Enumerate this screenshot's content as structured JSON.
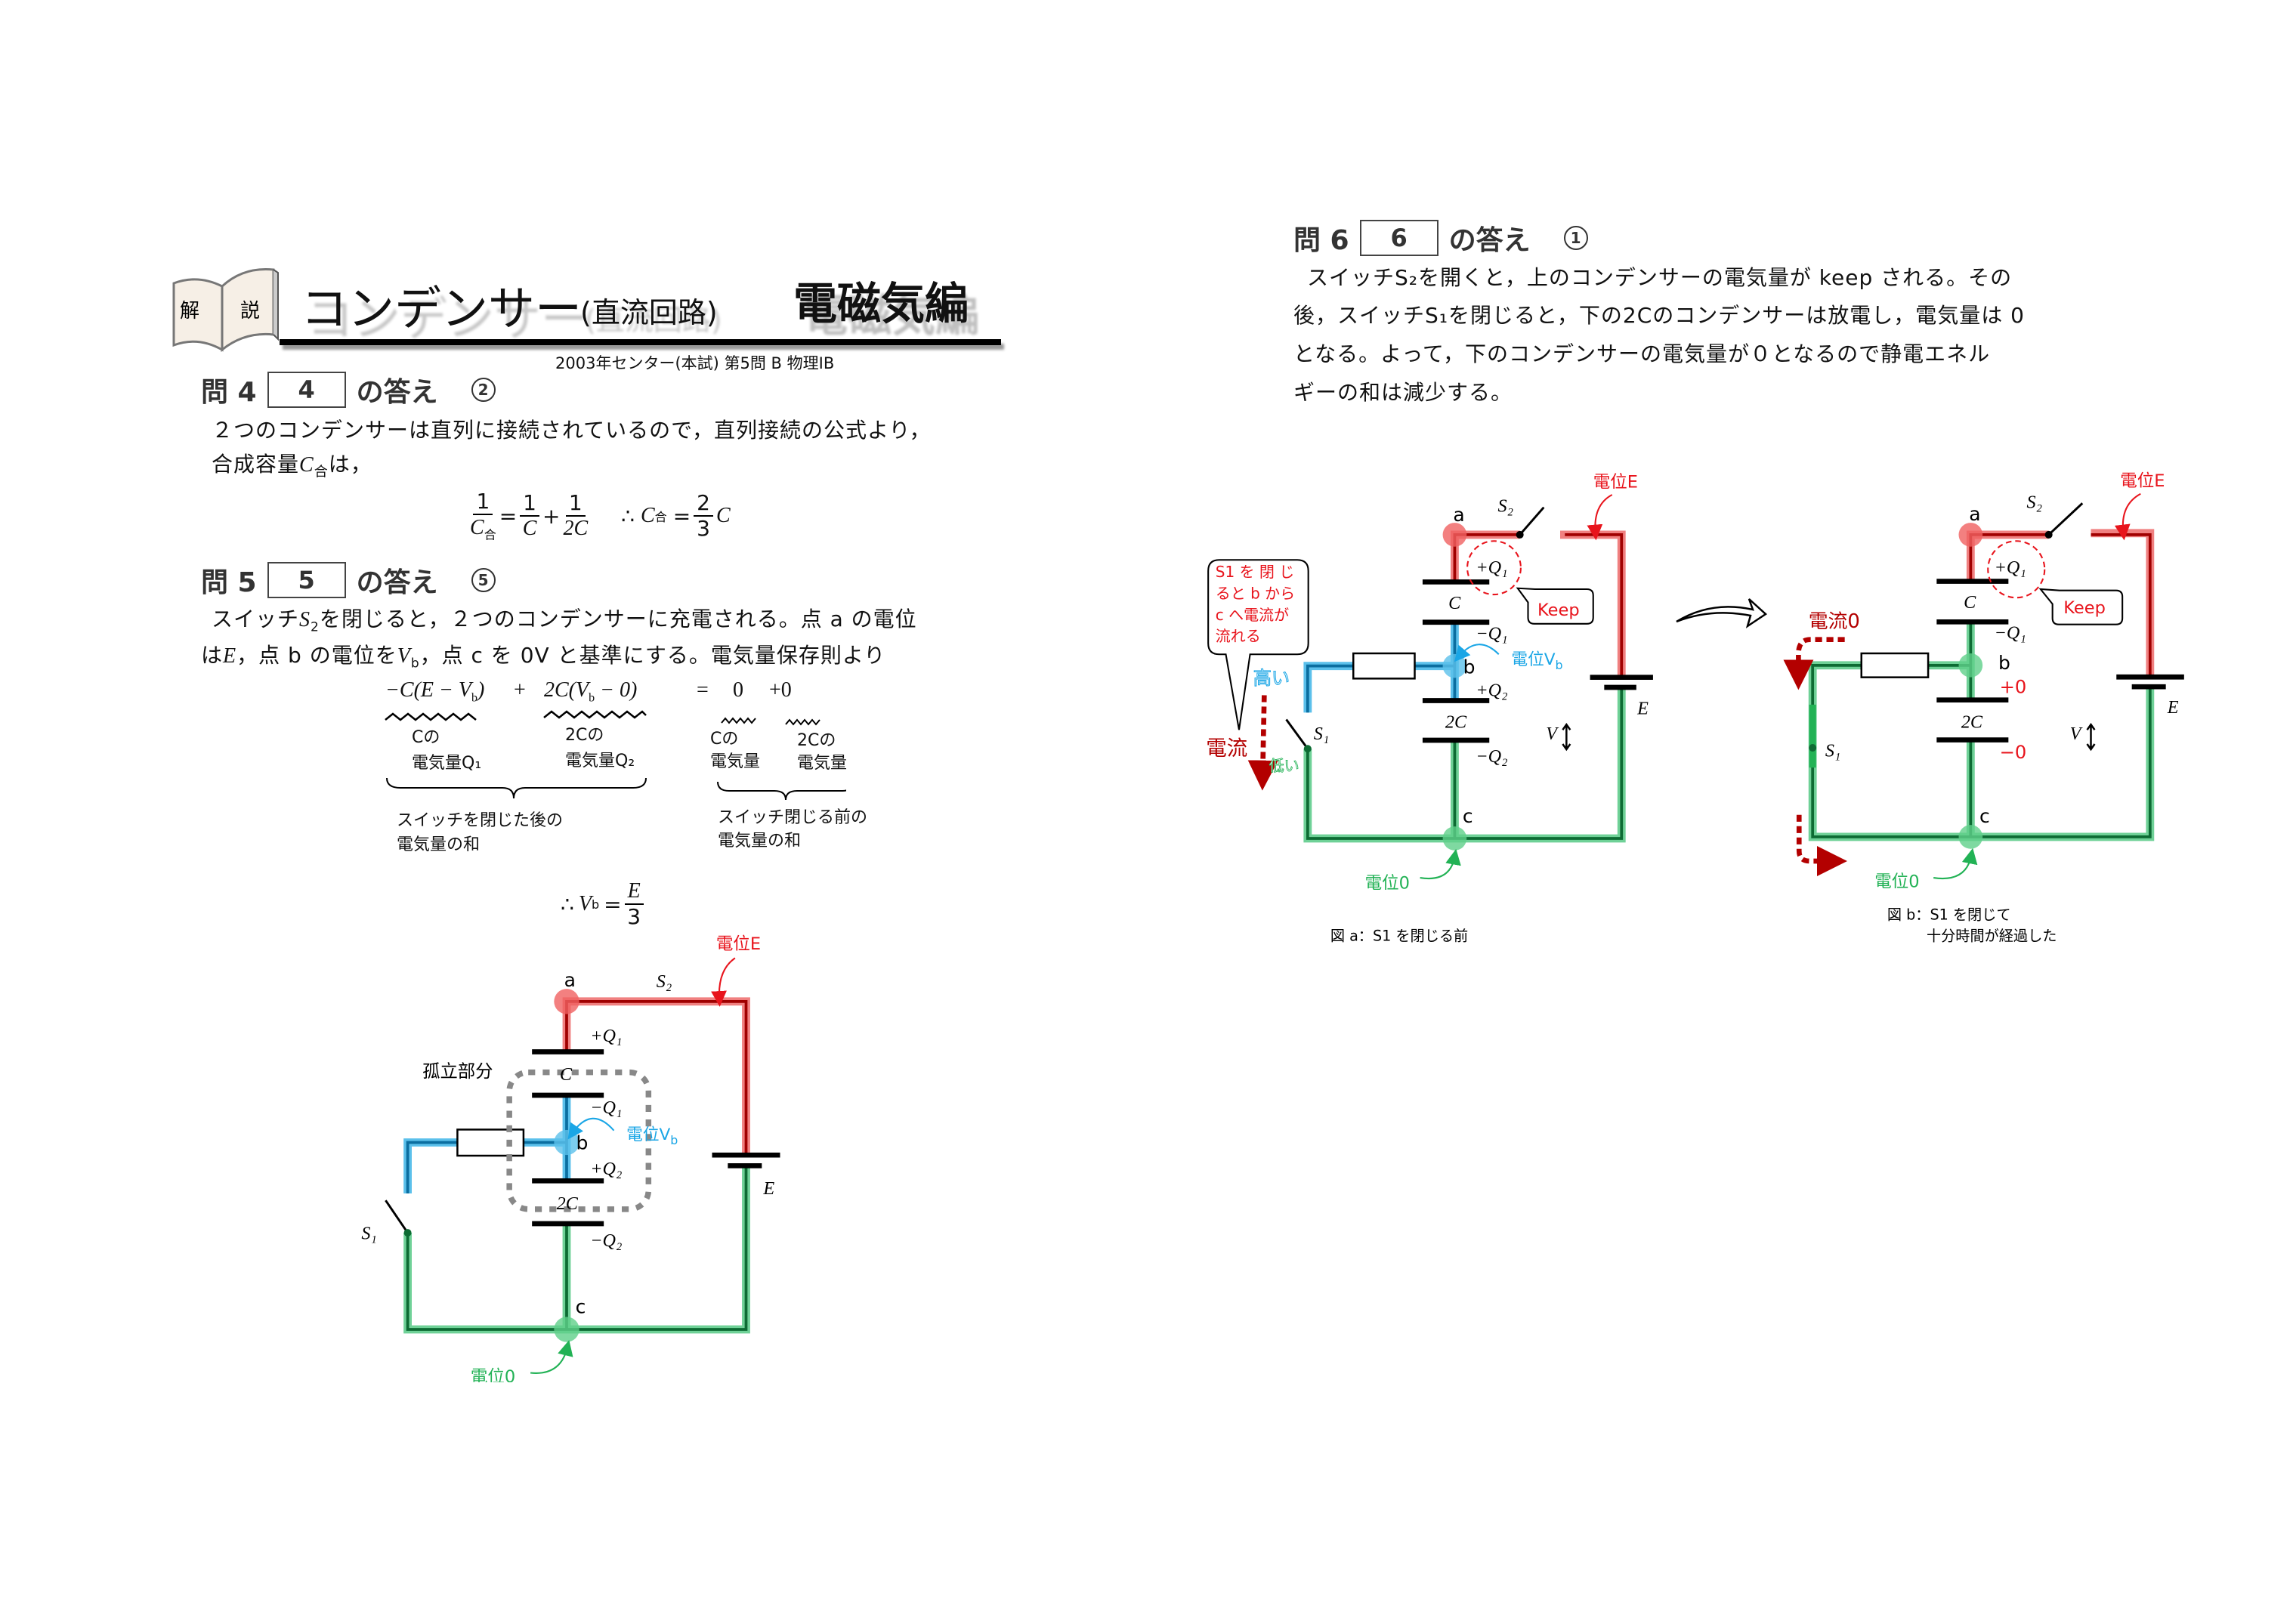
{
  "header": {
    "book_label": [
      "解",
      "説"
    ],
    "title_main": "コンデンサー",
    "title_sub": "(直流回路)",
    "category": "電磁気編",
    "source": "2003年センター(本試) 第5問 B 物理IB"
  },
  "q4": {
    "label": "問 4",
    "box": "4",
    "suffix": "の答え",
    "choice": "2",
    "line1": "２つのコンデンサーは直列に接続されているので，直列接続の公式より，",
    "line2_pre": "合成容量",
    "line2_var": "C",
    "line2_sub": "合",
    "line2_post": "は，",
    "formula": {
      "one": "1",
      "C": "C",
      "sub": "合",
      "eq": "=",
      "plus": "+",
      "twoC": "2C",
      "therefore": "∴",
      "two": "2",
      "three": "3"
    }
  },
  "q5": {
    "label": "問 5",
    "box": "5",
    "suffix": "の答え",
    "choice": "5",
    "l1a": "スイッチ",
    "l1s": "S",
    "l1sub": "2",
    "l1b": "を閉じると，２つのコンデンサーに充電される。点 a の電位",
    "l2a": "は",
    "l2E": "E",
    "l2b": "，点 b の電位を",
    "l2V": "V",
    "l2sub": "b",
    "l2c": "，点 c を 0V と基準にする。電気量保存則より",
    "eq": {
      "term1": "−C(E − V",
      "term1_sub": "b",
      "term1_end": ")",
      "plus": "+",
      "term2": "2C(V",
      "term2_sub": "b",
      "term2_end": " − 0)",
      "equals": "=",
      "zero": "0",
      "plus_zero": "+0"
    },
    "notes": [
      {
        "top": "Cの",
        "bottom": "電気量Q₁"
      },
      {
        "top": "2Cの",
        "bottom": "電気量Q₂"
      },
      {
        "top": "Cの",
        "bottom": "電気量"
      },
      {
        "top": "2Cの",
        "bottom": "電気量"
      }
    ],
    "brace_left": [
      "スイッチを閉じた後の",
      "電気量の和"
    ],
    "brace_right": [
      "スイッチ閉じる前の",
      "電気量の和"
    ],
    "result": {
      "therefore": "∴",
      "V": "V",
      "sub": "b",
      "eq": "=",
      "num": "E",
      "den": "3"
    }
  },
  "circuit5": {
    "a": "a",
    "b": "b",
    "c": "c",
    "s1": "S₁",
    "s2": "S₂",
    "potential_E": "電位E",
    "potential_Vb": "電位V",
    "potential_Vb_sub": "b",
    "potential_0": "電位0",
    "isolated": "孤立部分",
    "C": "C",
    "twoC": "2C",
    "plusQ1": "+Q₁",
    "minusQ1": "−Q₁",
    "plusQ2": "+Q₂",
    "minusQ2": "−Q₂",
    "E": "E"
  },
  "q6": {
    "label": "問 6",
    "box": "6",
    "suffix": "の答え",
    "choice": "1",
    "lines": [
      "スイッチS₂を開くと，上のコンデンサーの電気量が keep される。その",
      "後，スイッチS₁を閉じると，下の2Cのコンデンサーは放電し，電気量は 0",
      "となる。よって，下のコンデンサーの電気量が０となるので静電エネル",
      "ギーの和は減少する。"
    ]
  },
  "circuitA": {
    "a": "a",
    "b": "b",
    "c": "c",
    "s1": "S₁",
    "s2": "S₂",
    "potential_E": "電位E",
    "potential_Vb": "電位V",
    "potential_Vb_sub": "b",
    "potential_0": "電位0",
    "C": "C",
    "twoC": "2C",
    "plusQ1": "+Q₁",
    "minusQ1": "−Q₁",
    "plusQ2": "+Q₂",
    "minusQ2": "−Q₂",
    "E": "E",
    "V": "V",
    "keep": "Keep",
    "bubble": [
      "S1 を 閉 じ",
      "ると b から",
      "c へ電流が",
      "流れる"
    ],
    "current": "電流",
    "high": "高い",
    "low": "低い",
    "caption": "図 a：S1 を閉じる前"
  },
  "circuitB": {
    "a": "a",
    "b": "b",
    "c": "c",
    "s1": "S₁",
    "s2": "S₂",
    "potential_E": "電位E",
    "potential_0": "電位0",
    "C": "C",
    "twoC": "2C",
    "plusQ1": "+Q₁",
    "minusQ1": "−Q₁",
    "plus0": "+0",
    "minus0": "−0",
    "E": "E",
    "V": "V",
    "keep": "Keep",
    "current0": "電流0",
    "caption1": "図 b：S1 を閉じて",
    "caption2": "十分時間が経過した"
  },
  "colors": {
    "red": "#e8141c",
    "blue": "#1aa6e6",
    "green": "#22b255",
    "darkred": "#b30000"
  }
}
